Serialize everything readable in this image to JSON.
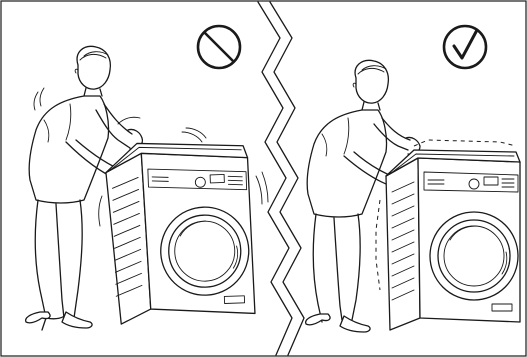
{
  "figure": {
    "panels": [
      {
        "id": "incorrect",
        "status_icon": "prohibited-icon",
        "illustration": "person-rocking-washing-machine-icon"
      },
      {
        "id": "correct",
        "status_icon": "checkmark-icon",
        "illustration": "person-steadying-washing-machine-icon"
      }
    ],
    "divider": "zigzag-break",
    "colors": {
      "line": "#1a1a1a",
      "background": "#ffffff"
    }
  }
}
